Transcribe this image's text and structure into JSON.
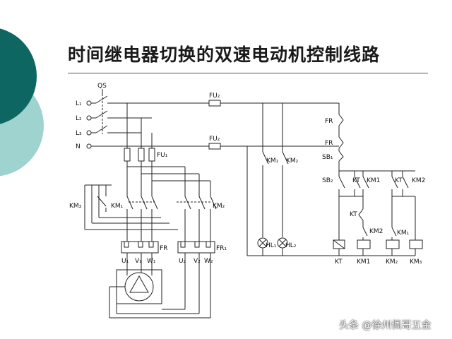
{
  "title": "时间继电器切换的双速电动机控制线路",
  "watermark": "头条 @徐州佩哥五金",
  "colors": {
    "decor_dark": "#0e6663",
    "decor_light": "#9fd3cf",
    "line": "#222222"
  },
  "labels": {
    "qs": "QS",
    "l1": "L₁",
    "l2": "L₂",
    "l3": "L₃",
    "n": "N",
    "fu1": "FU₁",
    "fu2_top": "FU₂",
    "fu2_bottom": "FU₂",
    "km3_left": "KM₃",
    "km1_main": "KM₁",
    "km2_main": "KM₂",
    "fr_left": "FR",
    "fr1": "FR₁",
    "u1": "U₁",
    "v1": "V₁",
    "w1": "W₁",
    "u2": "U₂",
    "v2": "V₂",
    "w2": "W₂",
    "km1_lamp_branch": "KM₁",
    "km2_lamp_branch": "KM₂",
    "hl1": "HL₁",
    "hl2": "HL₂",
    "fr_ctrl_1": "FR",
    "fr_ctrl_2": "FR",
    "sb1": "SB₁",
    "sb2": "SB₂",
    "kt_a": "KT",
    "km1_a": "KM1",
    "kt_b": "KT",
    "km2_a": "KM2",
    "kt_c": "KT",
    "km2_b": "KM2",
    "km1_b": "KM₁",
    "coil_kt": "KT",
    "coil_km1": "KM1",
    "coil_km2": "KM₂",
    "coil_km3": "KM₃"
  }
}
